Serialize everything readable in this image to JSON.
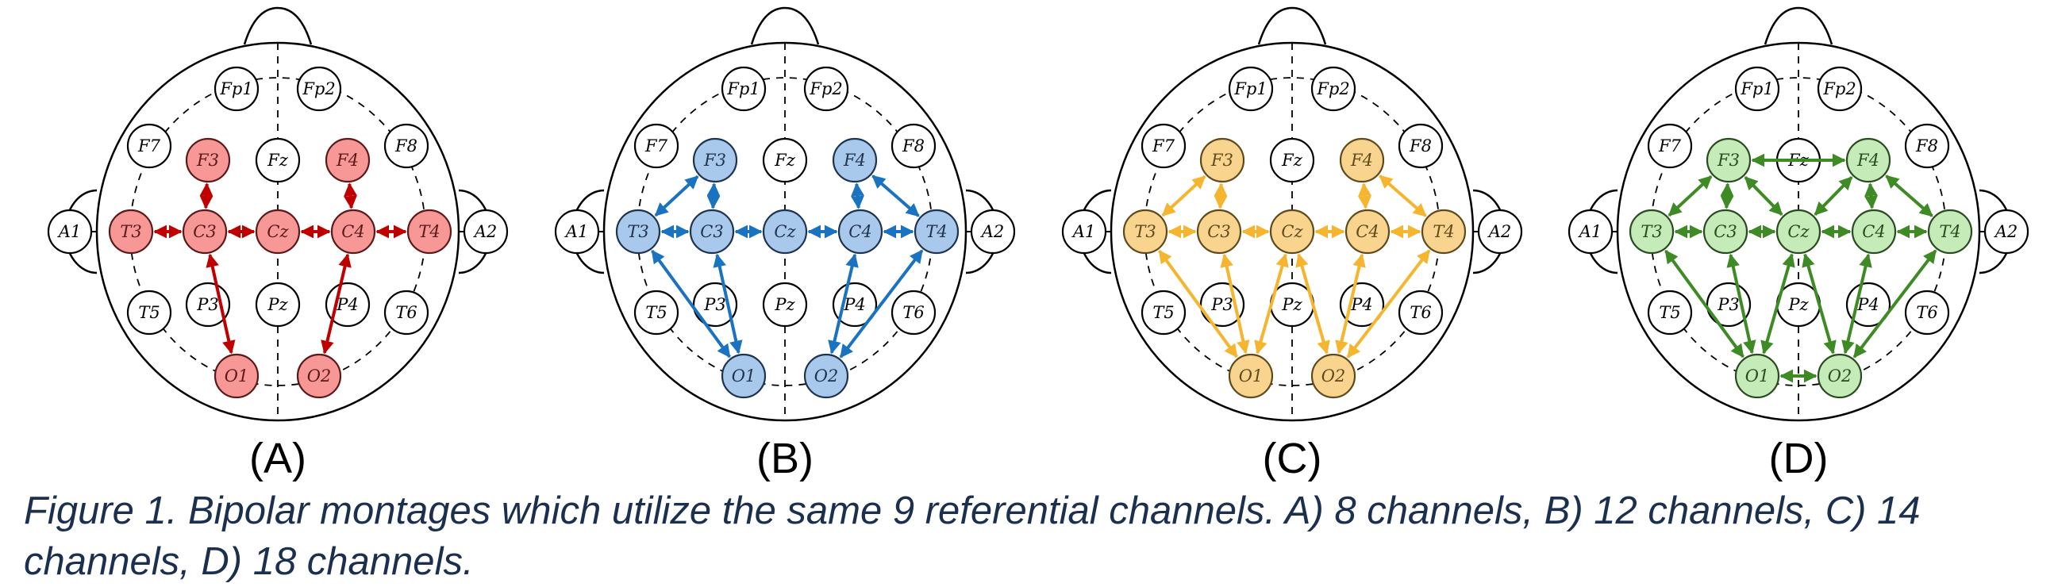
{
  "caption": "Figure 1. Bipolar montages which utilize the same 9 referential channels. A) 8 channels, B) 12 channels, C) 14 channels, D) 18 channels.",
  "electrodes": [
    "Fp1",
    "Fp2",
    "F7",
    "F3",
    "Fz",
    "F4",
    "F8",
    "A1",
    "T3",
    "C3",
    "Cz",
    "C4",
    "T4",
    "A2",
    "T5",
    "P3",
    "Pz",
    "P4",
    "T6",
    "O1",
    "O2"
  ],
  "referential_channels": [
    "F3",
    "F4",
    "T3",
    "C3",
    "Cz",
    "C4",
    "T4",
    "O1",
    "O2"
  ],
  "panels": [
    {
      "label": "(A)",
      "channel_count": 8,
      "colors": {
        "fill": "#f79796",
        "stroke": "#5a1a1a",
        "arrow": "#c00000"
      },
      "pairs": [
        [
          "F3",
          "C3"
        ],
        [
          "T3",
          "C3"
        ],
        [
          "C3",
          "Cz"
        ],
        [
          "Cz",
          "C4"
        ],
        [
          "C4",
          "T4"
        ],
        [
          "F4",
          "C4"
        ],
        [
          "C3",
          "O1"
        ],
        [
          "C4",
          "O2"
        ]
      ]
    },
    {
      "label": "(B)",
      "channel_count": 12,
      "colors": {
        "fill": "#a9c9ec",
        "stroke": "#1e3350",
        "arrow": "#1a73c0"
      },
      "pairs": [
        [
          "T3",
          "F3"
        ],
        [
          "F3",
          "C3"
        ],
        [
          "T3",
          "C3"
        ],
        [
          "C3",
          "Cz"
        ],
        [
          "Cz",
          "C4"
        ],
        [
          "C4",
          "T4"
        ],
        [
          "F4",
          "C4"
        ],
        [
          "F4",
          "T4"
        ],
        [
          "T3",
          "O1"
        ],
        [
          "C3",
          "O1"
        ],
        [
          "C4",
          "O2"
        ],
        [
          "T4",
          "O2"
        ]
      ]
    },
    {
      "label": "(C)",
      "channel_count": 14,
      "colors": {
        "fill": "#f9d48e",
        "stroke": "#5e4a1c",
        "arrow": "#f5b52e"
      },
      "pairs": [
        [
          "T3",
          "F3"
        ],
        [
          "F3",
          "C3"
        ],
        [
          "T3",
          "C3"
        ],
        [
          "C3",
          "Cz"
        ],
        [
          "Cz",
          "C4"
        ],
        [
          "C4",
          "T4"
        ],
        [
          "F4",
          "C4"
        ],
        [
          "F4",
          "T4"
        ],
        [
          "T3",
          "O1"
        ],
        [
          "C3",
          "O1"
        ],
        [
          "Cz",
          "O1"
        ],
        [
          "Cz",
          "O2"
        ],
        [
          "C4",
          "O2"
        ],
        [
          "T4",
          "O2"
        ]
      ]
    },
    {
      "label": "(D)",
      "channel_count": 18,
      "colors": {
        "fill": "#c5ebb9",
        "stroke": "#2a4a20",
        "arrow": "#3e8a25"
      },
      "pairs": [
        [
          "T3",
          "F3"
        ],
        [
          "F3",
          "C3"
        ],
        [
          "F3",
          "F4"
        ],
        [
          "F3",
          "Cz"
        ],
        [
          "F4",
          "Cz"
        ],
        [
          "T3",
          "C3"
        ],
        [
          "C3",
          "Cz"
        ],
        [
          "Cz",
          "C4"
        ],
        [
          "C4",
          "T4"
        ],
        [
          "F4",
          "C4"
        ],
        [
          "F4",
          "T4"
        ],
        [
          "T3",
          "O1"
        ],
        [
          "C3",
          "O1"
        ],
        [
          "Cz",
          "O1"
        ],
        [
          "Cz",
          "O2"
        ],
        [
          "C4",
          "O2"
        ],
        [
          "T4",
          "O2"
        ],
        [
          "O1",
          "O2"
        ]
      ]
    }
  ]
}
